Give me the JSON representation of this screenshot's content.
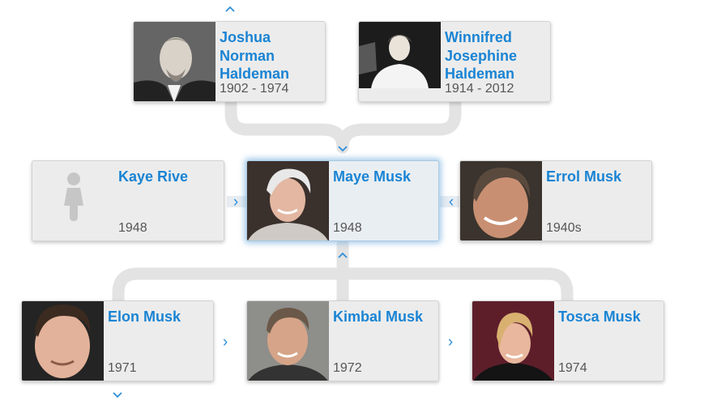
{
  "grandparents": {
    "father": {
      "name": "Joshua\nNorman\nHaldeman",
      "years": "1902 - 1974"
    },
    "mother": {
      "name": "Winnifred\nJosephine\nHaldeman",
      "years": "1914 - 2012"
    }
  },
  "couple": {
    "ex_spouse": {
      "name": "Kaye Rive",
      "years": "1948"
    },
    "focus": {
      "name": "Maye Musk",
      "years": "1948"
    },
    "spouse": {
      "name": "Errol Musk",
      "years": "1940s"
    }
  },
  "children": [
    {
      "name": "Elon Musk",
      "years": "1971"
    },
    {
      "name": "Kimbal Musk",
      "years": "1972"
    },
    {
      "name": "Tosca Musk",
      "years": "1974"
    }
  ],
  "icons": {
    "arrow_right": "›",
    "arrow_left": "‹"
  },
  "colors": {
    "name_link": "#1a84d4",
    "focus_glow": "#6baadc",
    "connector": "#e3e3e3"
  }
}
